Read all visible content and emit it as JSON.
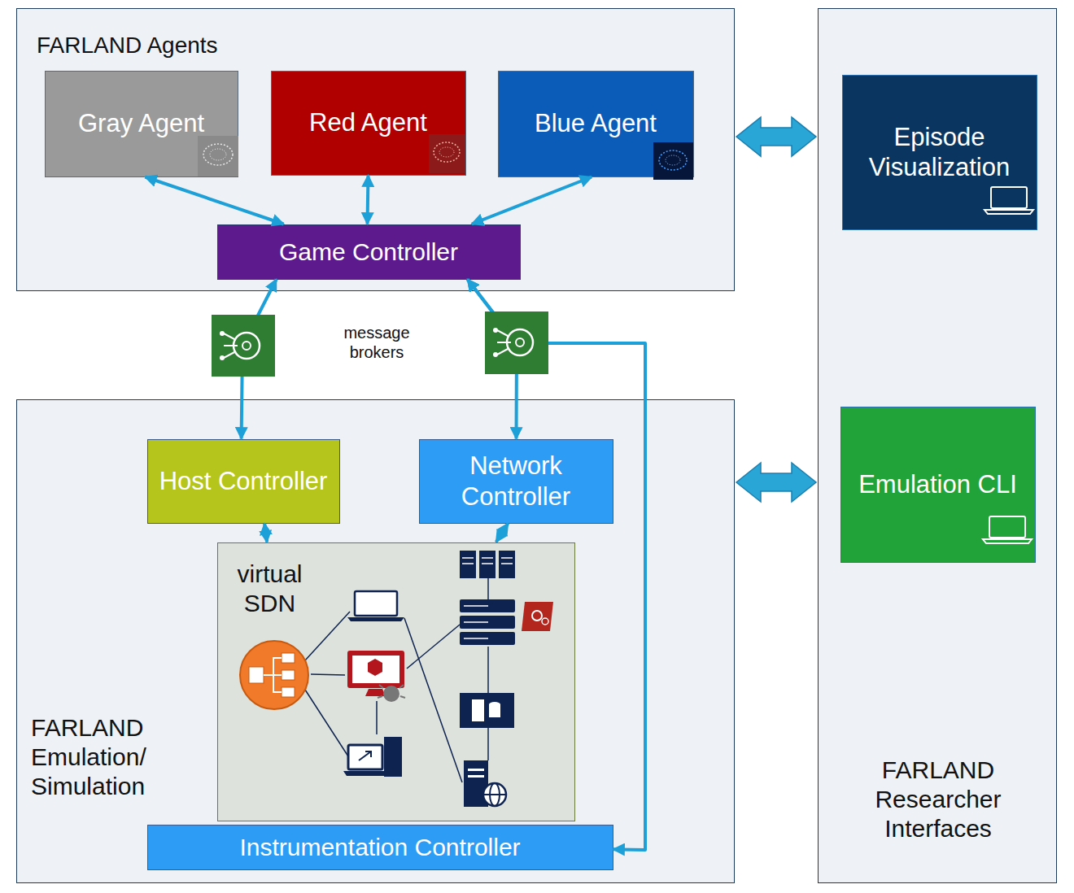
{
  "diagram": {
    "nodes": [
      {
        "text": [
          "FARLAND Agents"
        ]
      },
      {
        "text": [
          "Gray Agent"
        ],
        "in": 0
      },
      {
        "text": [
          "Red Agent"
        ],
        "in": 0
      },
      {
        "text": [
          "Blue Agent"
        ],
        "in": 0
      },
      {
        "text": [
          "Game Controller"
        ],
        "in": 0
      },
      {
        "text": [
          "FARLAND Researcher Interfaces"
        ]
      },
      {
        "text": [
          "Episode Visualization"
        ],
        "in": 5
      },
      {
        "text": [
          "Emulation CLI"
        ],
        "in": 5
      },
      {
        "text": [
          "FARLAND Emulation/ Simulation"
        ]
      },
      {
        "text": [
          "Host Controller"
        ],
        "in": 8
      },
      {
        "text": [
          "Network Controller"
        ],
        "in": 8
      },
      {
        "text": [
          "virtual SDN"
        ],
        "in": 8
      },
      {
        "text": [
          "Instrumentation Controller"
        ],
        "in": 8
      }
    ],
    "edges": [
      {
        "from": 1,
        "to": 4,
        "arrow": "both"
      },
      {
        "from": 2,
        "to": 4,
        "arrow": "both"
      },
      {
        "from": 3,
        "to": 4,
        "arrow": "both"
      },
      {
        "from": 4,
        "to": 9,
        "arrow": "both"
      },
      {
        "from": 4,
        "to": 10,
        "arrow": "both"
      },
      {
        "from": 12,
        "to": 4,
        "arrow": "both"
      },
      {
        "from": 9,
        "to": 11,
        "arrow": "both"
      },
      {
        "from": 10,
        "to": 11,
        "arrow": "both"
      },
      {
        "from": 0,
        "to": 5,
        "arrow": "both"
      },
      {
        "from": 8,
        "to": 5,
        "arrow": "both"
      }
    ],
    "labels": [
      "message brokers"
    ]
  }
}
